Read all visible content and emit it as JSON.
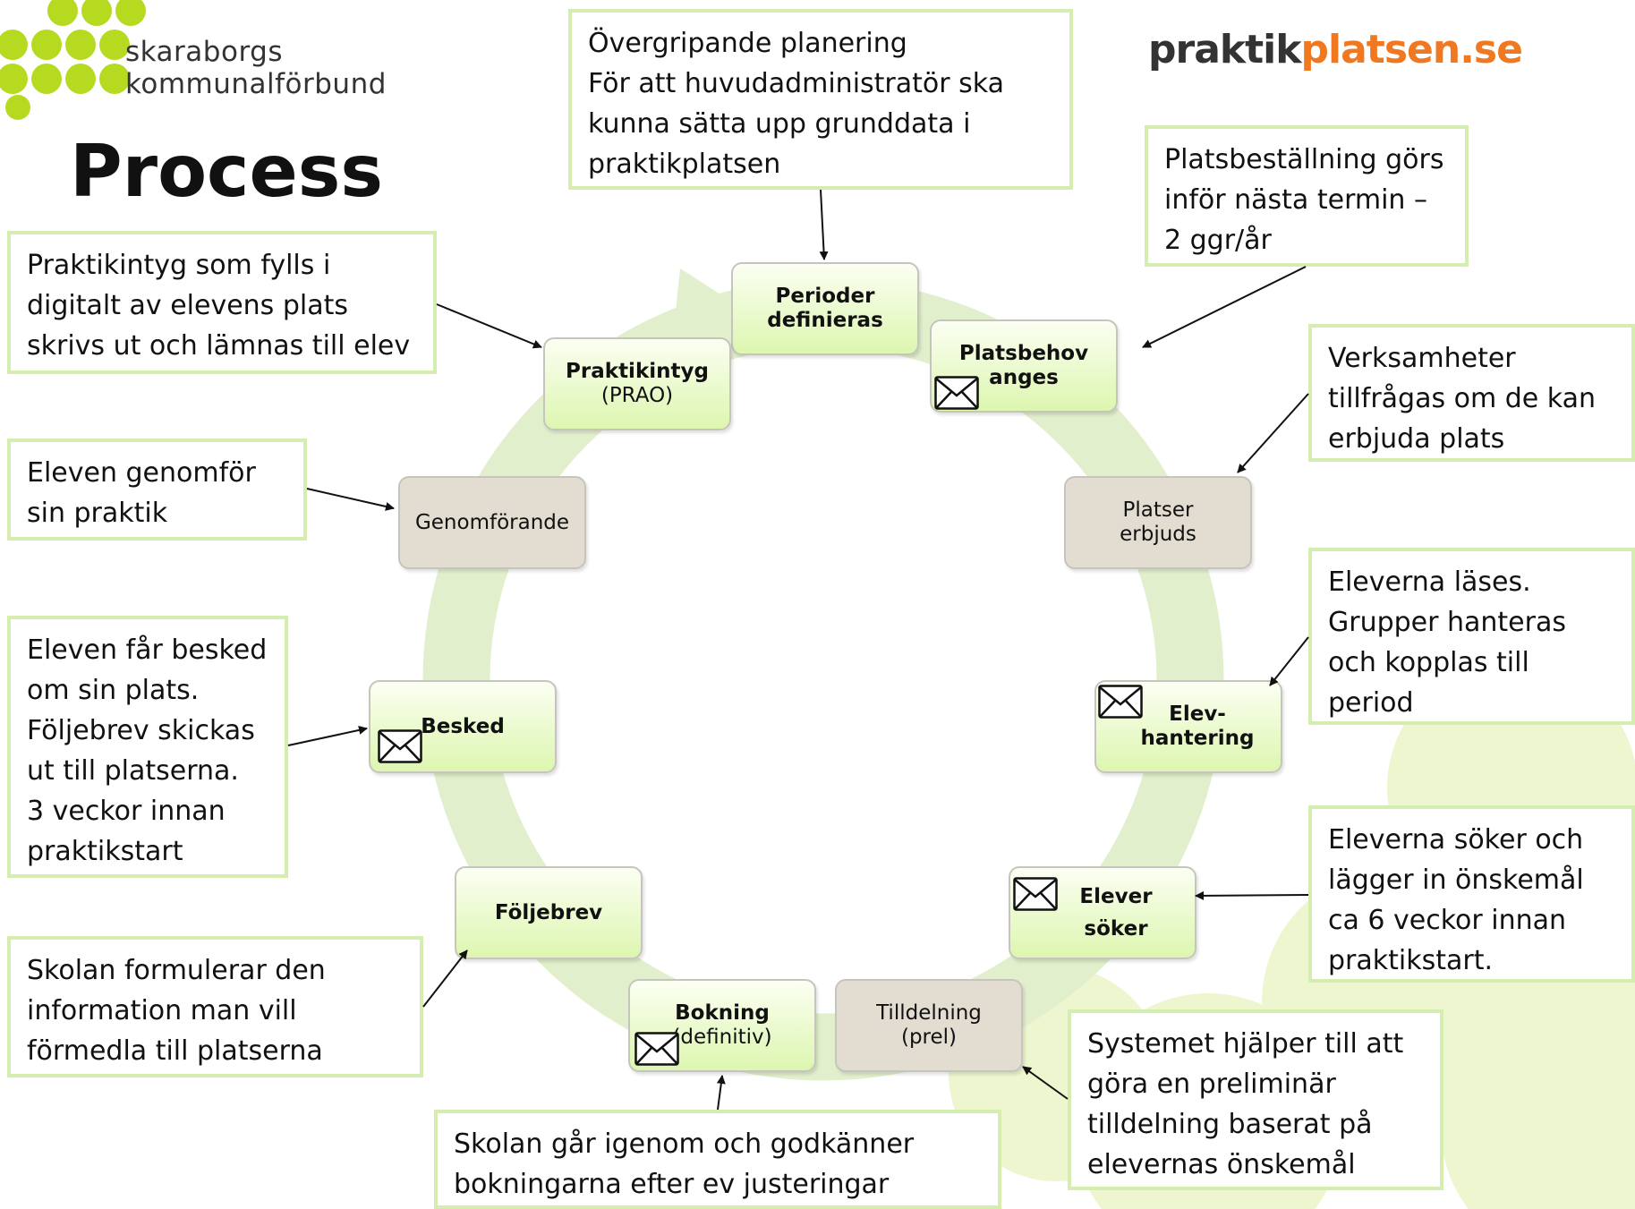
{
  "org_logo_text": "skaraborgs\nkommunalförbund",
  "brand": {
    "part1": "praktik",
    "part2": "platsen.se"
  },
  "title": "Process",
  "colors": {
    "light_green": "#d6edb0",
    "node_green": "#ddf6b0",
    "node_tan": "#e2dcd1",
    "dot_green": "#b5da20",
    "brand_orange": "#f07820"
  },
  "nodes": [
    {
      "id": "perioder",
      "label": "Perioder\ndefinieras",
      "sub": "",
      "style": "green",
      "bold": true,
      "envelope": false
    },
    {
      "id": "platsbehov",
      "label": "Platsbehov\nanges",
      "sub": "",
      "style": "green",
      "bold": true,
      "envelope": true
    },
    {
      "id": "platser",
      "label": "Platser\nerbjuds",
      "sub": "",
      "style": "tan",
      "bold": false,
      "envelope": false
    },
    {
      "id": "elevhantering",
      "label": "Elev-\nhantering",
      "sub": "",
      "style": "green",
      "bold": true,
      "envelope": true
    },
    {
      "id": "elever-soker",
      "label": "Elever\nsöker",
      "sub": "",
      "style": "green",
      "bold": true,
      "envelope": true
    },
    {
      "id": "tilldelning",
      "label": "Tilldelning\n(prel)",
      "sub": "",
      "style": "tan",
      "bold": false,
      "envelope": false
    },
    {
      "id": "bokning",
      "label": "Bokning",
      "sub": "(definitiv)",
      "style": "green",
      "bold": true,
      "envelope": true
    },
    {
      "id": "foljebrev",
      "label": "Följebrev",
      "sub": "",
      "style": "green",
      "bold": true,
      "envelope": false
    },
    {
      "id": "besked",
      "label": "Besked",
      "sub": "",
      "style": "green",
      "bold": true,
      "envelope": true
    },
    {
      "id": "genomforande",
      "label": "Genomförande",
      "sub": "",
      "style": "tan",
      "bold": false,
      "envelope": false
    },
    {
      "id": "praktikintyg",
      "label": "Praktikintyg",
      "sub": "(PRAO)",
      "style": "green",
      "bold": true,
      "envelope": false
    }
  ],
  "notes": [
    {
      "id": "n-overgripande",
      "text": "Övergripande planering\nFör att huvudadministratör ska\nkunna sätta upp grunddata i\npraktikplatsen"
    },
    {
      "id": "n-platsbestallning",
      "text": "Platsbeställning görs\ninför nästa termin –\n2 ggr/år"
    },
    {
      "id": "n-verksamheter",
      "text": "Verksamheter\ntillfrågas om de kan\nerbjuda plats"
    },
    {
      "id": "n-eleverna-lases",
      "text": "Eleverna läses.\nGrupper hanteras\noch kopplas till\nperiod"
    },
    {
      "id": "n-eleverna-soker",
      "text": "Eleverna söker och\nlägger in önskemål\nca 6 veckor innan\npraktikstart."
    },
    {
      "id": "n-systemet",
      "text": "Systemet hjälper till att\ngöra en preliminär\ntilldelning baserat på\nelevernas önskemål"
    },
    {
      "id": "n-skolan-gar",
      "text": "Skolan går igenom och godkänner\nbokningarna efter ev justeringar"
    },
    {
      "id": "n-skolan-formulerar",
      "text": "Skolan formulerar den\ninformation man vill\nförmedla till platserna"
    },
    {
      "id": "n-eleven-far",
      "text": "Eleven får besked\nom sin plats.\nFöljebrev skickas\nut till platserna.\n3 veckor innan\npraktikstart"
    },
    {
      "id": "n-eleven-genomfor",
      "text": "Eleven genomför\nsin praktik"
    },
    {
      "id": "n-praktikintyg",
      "text": "Praktikintyg som fylls i\ndigitalt av elevens plats\nskrivs ut och lämnas till elev"
    }
  ]
}
